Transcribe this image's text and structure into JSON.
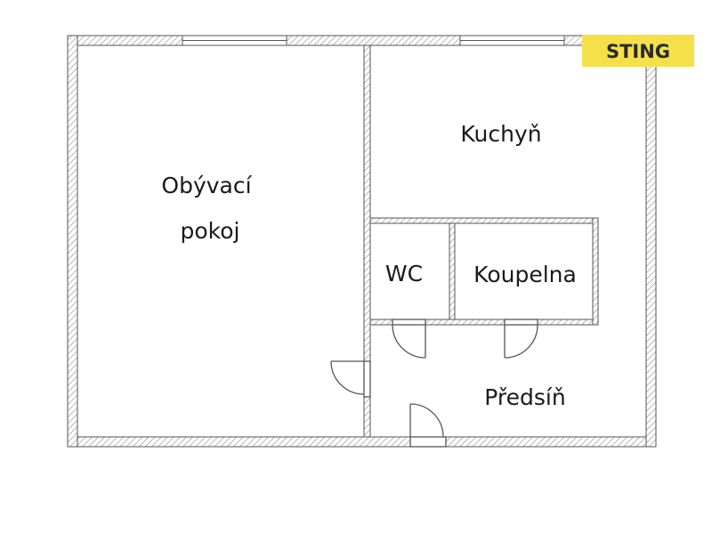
{
  "floorplan": {
    "rooms": {
      "living_room": {
        "line1": "Obývací",
        "line2": "pokoj"
      },
      "kitchen": "Kuchyň",
      "wc": "WC",
      "bathroom": "Koupelna",
      "hallway": "Předsíň"
    },
    "colors": {
      "wall_outline": "#555555",
      "hatch": "#9a9a9a",
      "background": "#ffffff"
    }
  },
  "brand": {
    "text": "STING",
    "background_color": "#f5e04a",
    "text_color": "#2a2a2a"
  }
}
